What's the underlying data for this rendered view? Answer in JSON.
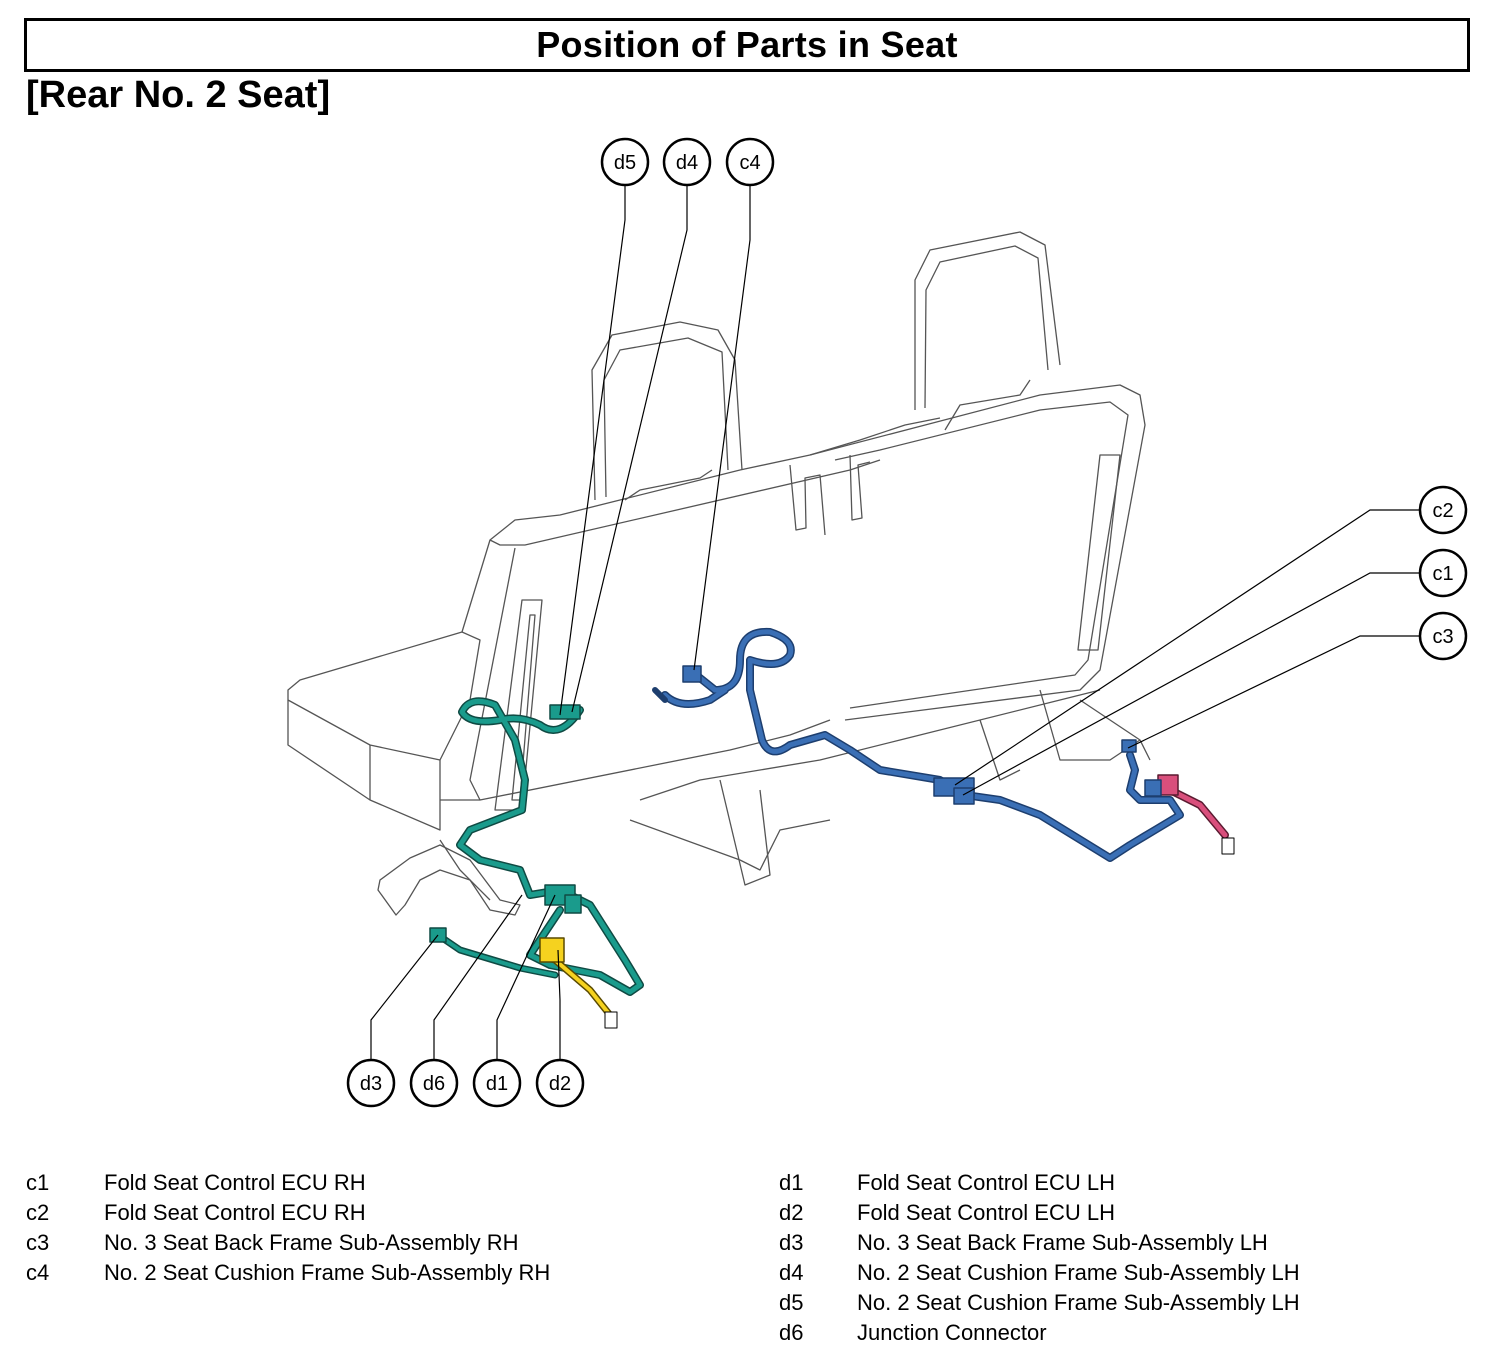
{
  "header": {
    "title": "Position of Parts in Seat",
    "subtitle": "[Rear No. 2 Seat]"
  },
  "callouts": [
    "d5",
    "d4",
    "c4",
    "c2",
    "c1",
    "c3",
    "d3",
    "d6",
    "d1",
    "d2"
  ],
  "legend": {
    "left": [
      {
        "code": "c1",
        "label": "Fold Seat Control ECU RH"
      },
      {
        "code": "c2",
        "label": "Fold Seat Control ECU RH"
      },
      {
        "code": "c3",
        "label": "No. 3 Seat Back Frame Sub-Assembly RH"
      },
      {
        "code": "c4",
        "label": "No. 2 Seat Cushion Frame Sub-Assembly RH"
      }
    ],
    "right": [
      {
        "code": "d1",
        "label": "Fold Seat Control ECU LH"
      },
      {
        "code": "d2",
        "label": "Fold Seat Control ECU LH"
      },
      {
        "code": "d3",
        "label": "No. 3 Seat Back Frame Sub-Assembly LH"
      },
      {
        "code": "d4",
        "label": "No. 2 Seat Cushion Frame Sub-Assembly LH"
      },
      {
        "code": "d5",
        "label": "No. 2 Seat Cushion Frame Sub-Assembly LH"
      },
      {
        "code": "d6",
        "label": "Junction Connector"
      }
    ]
  },
  "colors": {
    "harness_lh": "#1a9b8c",
    "harness_rh": "#3a6fb5",
    "connector_yellow": "#f5d21f",
    "connector_pink": "#d94f7c"
  }
}
